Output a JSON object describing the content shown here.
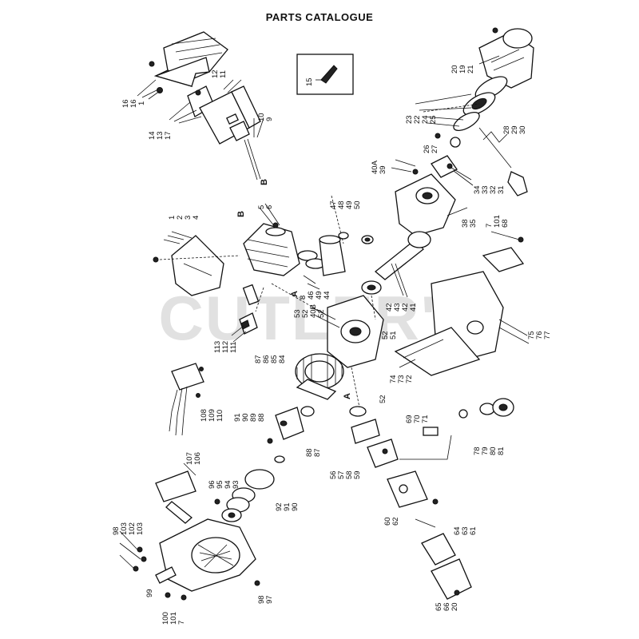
{
  "title": "PARTS CATALOGUE",
  "watermark": "CUTLER'S",
  "callouts": {
    "group_top_left": [
      "16",
      "16",
      "1"
    ],
    "muffler": [
      "14",
      "13",
      "17",
      "12",
      "11",
      "10",
      "9"
    ],
    "marker_b_top": "B",
    "inset": "15",
    "starter_cover": [
      "20",
      "19",
      "21"
    ],
    "pulley": [
      "23",
      "22",
      "24",
      "25"
    ],
    "spring_group": [
      "26",
      "27",
      "28",
      "29",
      "30"
    ],
    "ratchet": [
      "34",
      "33",
      "32",
      "31"
    ],
    "crankcase_top": [
      "40A",
      "39"
    ],
    "bearing_group": [
      "47",
      "48",
      "49",
      "50"
    ],
    "cylinder": [
      "5",
      "6"
    ],
    "marker_b_mid": "B",
    "shroud_left": [
      "1",
      "2",
      "3",
      "4"
    ],
    "case_lower": [
      "38",
      "35"
    ],
    "bracket_right": [
      "7",
      "101",
      "68"
    ],
    "piston_group": [
      "8",
      "46",
      "49",
      "44"
    ],
    "marker_a_left": "A",
    "conrod": [
      "42",
      "43",
      "42",
      "41"
    ],
    "crankshaft": [
      "53",
      "52",
      "40B",
      "52"
    ],
    "spark": [
      "113",
      "112",
      "111"
    ],
    "case_seal": [
      "52",
      "51"
    ],
    "chain_guard": [
      "75",
      "76",
      "77"
    ],
    "flywheel": [
      "87",
      "86",
      "85",
      "84"
    ],
    "guide_bar": [
      "74",
      "73",
      "72"
    ],
    "marker_a_center": "A",
    "bolt": "52",
    "ignition": [
      "108",
      "109",
      "110"
    ],
    "coil": [
      "91",
      "90",
      "89",
      "88"
    ],
    "coil_lower": [
      "88",
      "87"
    ],
    "fuel_line": [
      "69",
      "70",
      "71"
    ],
    "sprocket": [
      "78",
      "79",
      "80",
      "81"
    ],
    "carb_upper": [
      "56",
      "57",
      "58",
      "59"
    ],
    "throttle": [
      "107",
      "106"
    ],
    "clutch": [
      "96",
      "95",
      "94",
      "93"
    ],
    "clutch_lower": [
      "92",
      "91",
      "90"
    ],
    "handle_left": [
      "98",
      "103",
      "102",
      "103"
    ],
    "carb_mount": [
      "60",
      "62"
    ],
    "carb_lower": [
      "64",
      "63",
      "61"
    ],
    "fan_housing": [
      "99"
    ],
    "housing_bottom": [
      "100",
      "101",
      "7"
    ],
    "housing_right": [
      "98",
      "97"
    ],
    "air_filter": [
      "65",
      "66",
      "20"
    ]
  }
}
